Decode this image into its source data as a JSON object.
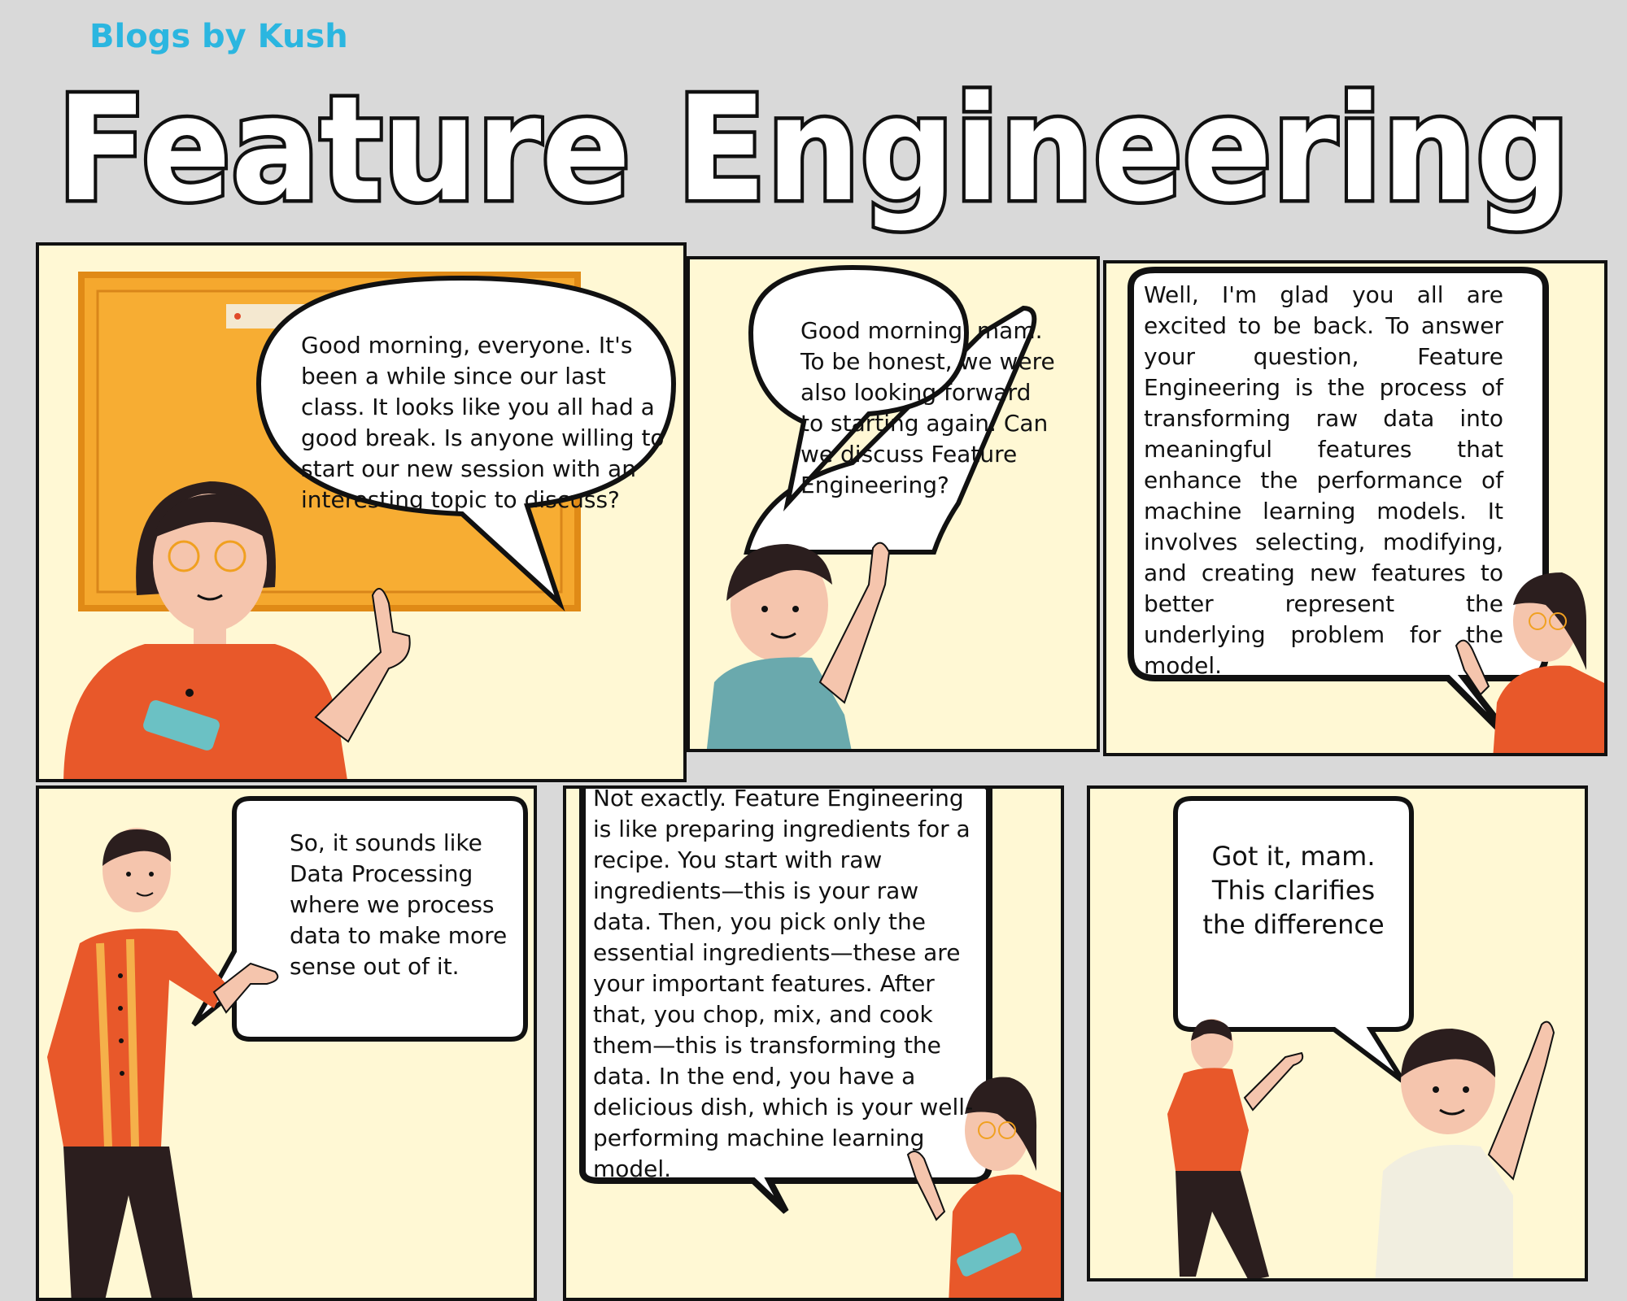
{
  "header": {
    "brand": "Blogs by Kush",
    "title": "Feature Engineering"
  },
  "panels": [
    {
      "speaker": "teacher",
      "text": "Good morning, everyone. It's been a while since our last class. It looks like you all had a good break. Is anyone willing to start our new session with an interesting topic to discuss?"
    },
    {
      "speaker": "student",
      "text": "Good morning, mam. To be honest, we were also looking forward to starting again. Can we discuss Feature Engineering?"
    },
    {
      "speaker": "teacher",
      "text": "Well, I'm glad you all are excited to be back. To answer your question, Feature Engineering is the process of transforming raw data into meaningful features that enhance the performance of machine learning models. It involves selecting, modifying, and creating new features to better represent the underlying problem for the model."
    },
    {
      "speaker": "student",
      "text": "So, it sounds like Data Processing where we process data to make more sense out of it."
    },
    {
      "speaker": "teacher",
      "text": "Not exactly. Feature Engineering is like preparing ingredients for a recipe. You start with raw ingredients—this is your raw data. Then, you pick only the essential ingredients—these are your important features. After that, you chop, mix, and cook them—this is transforming the data. In the end, you have a delicious dish, which is your well-performing machine learning model."
    },
    {
      "speaker": "student",
      "text": "Got it, mam. This clarifies the difference"
    }
  ],
  "colors": {
    "background": "#d9d9d9",
    "panel": "#fff8d4",
    "orange_shirt": "#e8582a",
    "teal_shirt": "#6aa9ad",
    "board": "#f5a82e",
    "brand": "#2bb6e0"
  },
  "icons": [
    "teacher-figure",
    "student-figure",
    "blackboard"
  ]
}
